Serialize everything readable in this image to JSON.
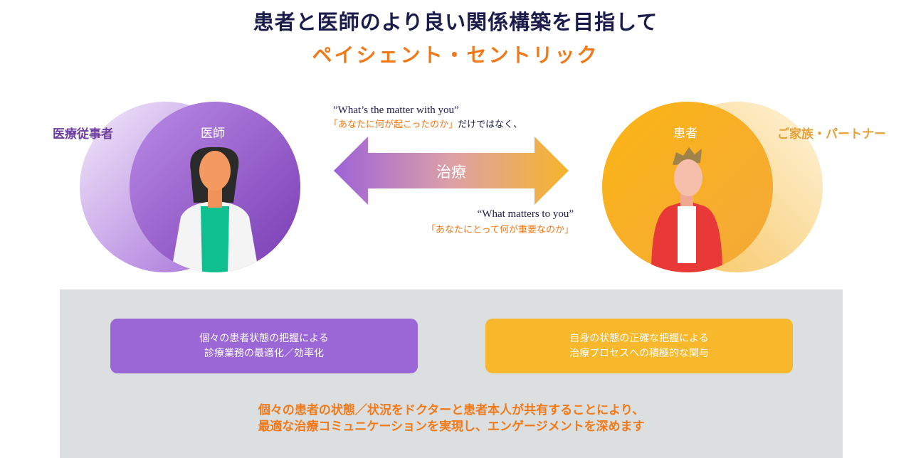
{
  "header": {
    "title": "患者と医師のより良い関係構築を目指して",
    "subtitle": "ペイシェント・セントリック"
  },
  "left": {
    "outer_label": "医療従事者",
    "inner_label": "医師"
  },
  "right": {
    "inner_label": "患者",
    "outer_label": "ご家族・パートナー"
  },
  "arrow": {
    "label": "治療",
    "top_quote_en": "”What’s the matter with you”",
    "top_quote_jp": "「あなたに何が起こったのか」",
    "top_quote_suffix": "だけではなく、",
    "bottom_quote_en": "“What matters to you”",
    "bottom_quote_jp": "「あなたにとって何が重要なのか」"
  },
  "boxes": [
    {
      "line1": "個々の患者状態の把握による",
      "line2": "診療業務の最適化／効率化"
    },
    {
      "line1": "自身の状態の正確な把握による",
      "line2": "治療プロセスへの積極的な関与"
    }
  ],
  "bottom": {
    "line1": "個々の患者の状態／状況をドクターと患者本人が共有することにより、",
    "line2": "最適な治療コミュニケーションを実現し、エンゲージメントを深めます"
  },
  "colors": {
    "purple": "#9b66d6",
    "orange": "#f8b82b",
    "accent": "#f07a1a",
    "navy": "#1c1c4c"
  }
}
